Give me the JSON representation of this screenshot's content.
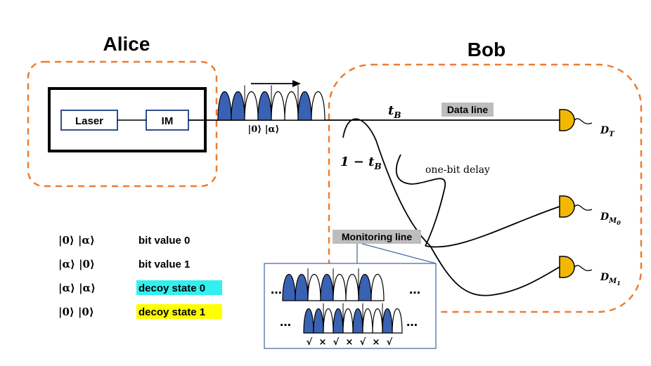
{
  "alice": {
    "title": "Alice",
    "laser_label": "Laser",
    "im_label": "IM"
  },
  "bob": {
    "title": "Bob"
  },
  "pulse_train": {
    "pattern": [
      1,
      1,
      0,
      1,
      0,
      0,
      1,
      0
    ],
    "state_label": "|0⟩ |α⟩"
  },
  "lines": {
    "tb": "t",
    "tb_sub": "B",
    "one_minus_tb": "1 − t",
    "one_minus_tb_sub": "B",
    "data_line": "Data line",
    "delay": "one-bit delay",
    "monitoring_line": "Monitoring line"
  },
  "detectors": [
    {
      "main": "D",
      "sub": "T"
    },
    {
      "main": "D",
      "sub": "M",
      "subsub": "0"
    },
    {
      "main": "D",
      "sub": "M",
      "subsub": "1"
    }
  ],
  "legend": [
    {
      "state": "|0⟩ |α⟩",
      "meaning": "bit value 0",
      "highlight": ""
    },
    {
      "state": "|α⟩ |0⟩",
      "meaning": "bit value 1",
      "highlight": ""
    },
    {
      "state": "|α⟩ |α⟩",
      "meaning": "decoy state 0",
      "highlight": "#33f0f0"
    },
    {
      "state": "|0⟩ |0⟩",
      "meaning": "decoy state 1",
      "highlight": "#ffff00"
    }
  ],
  "monitor_inset": {
    "row1": [
      1,
      1,
      0,
      1,
      0,
      0,
      1,
      0
    ],
    "row2": [
      1,
      1,
      0,
      1,
      0,
      1,
      0,
      0,
      1,
      0
    ],
    "ellipsis": "…",
    "marks": [
      "√",
      "×",
      "√",
      "×",
      "√",
      "×",
      "√"
    ]
  },
  "colors": {
    "pulse_blue": "#3a62b4",
    "dash_orange": "#ed7d31",
    "detector_yellow": "#f5b800",
    "label_gray": "#bdbdbd",
    "component_blue": "#2f4f8f",
    "inset_border": "#4a6fa5"
  }
}
